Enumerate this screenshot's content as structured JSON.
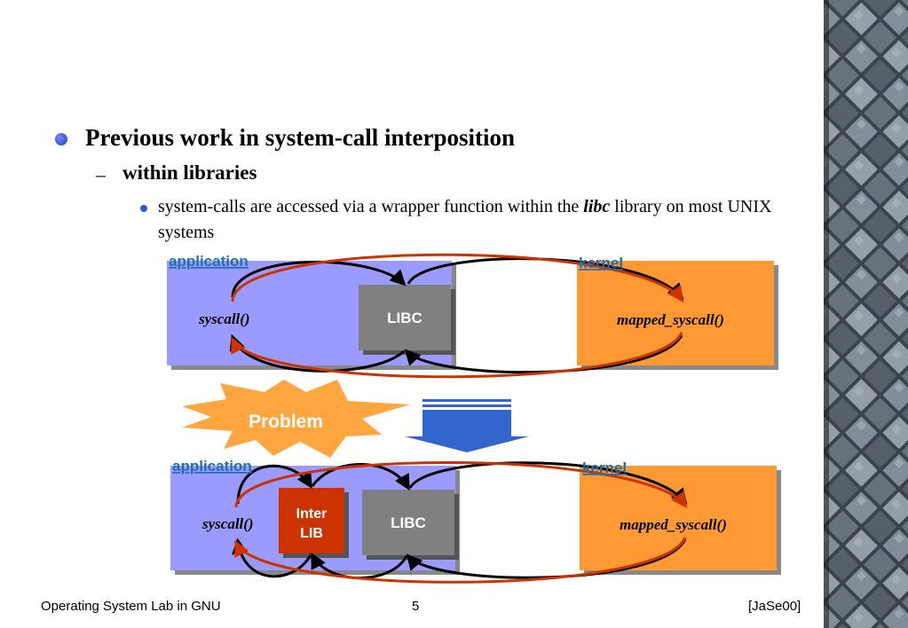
{
  "bullet": {
    "heading": "Previous work in system-call interposition",
    "sub_heading": "within libraries",
    "point_before": "system-calls are accessed via a wrapper function within the ",
    "point_emph": "libc",
    "point_after": " library on most UNIX systems"
  },
  "diagram_top": {
    "application_label": "application",
    "kernel_label": "kernel",
    "syscall": "syscall()",
    "libc": "LIBC",
    "mapped": "mapped_syscall()"
  },
  "problem_label": "Problem",
  "diagram_bottom": {
    "application_label": "application",
    "kernel_label": "kernel",
    "syscall": "syscall()",
    "interlib_line1": "Inter",
    "interlib_line2": "LIB",
    "libc": "LIBC",
    "mapped": "mapped_syscall()"
  },
  "colors": {
    "application_box": "#9b9bff",
    "kernel_box": "#ff9933",
    "libc_box": "#808080",
    "interlib_box": "#cc3300",
    "red_arrow": "#cc3300",
    "label_blue": "#1f6fb0",
    "burst": "#ffa640",
    "down_arrow": "#3366cc"
  },
  "footer": {
    "left": "Operating System Lab in GNU",
    "center": "5",
    "right": "[JaSe00]"
  }
}
